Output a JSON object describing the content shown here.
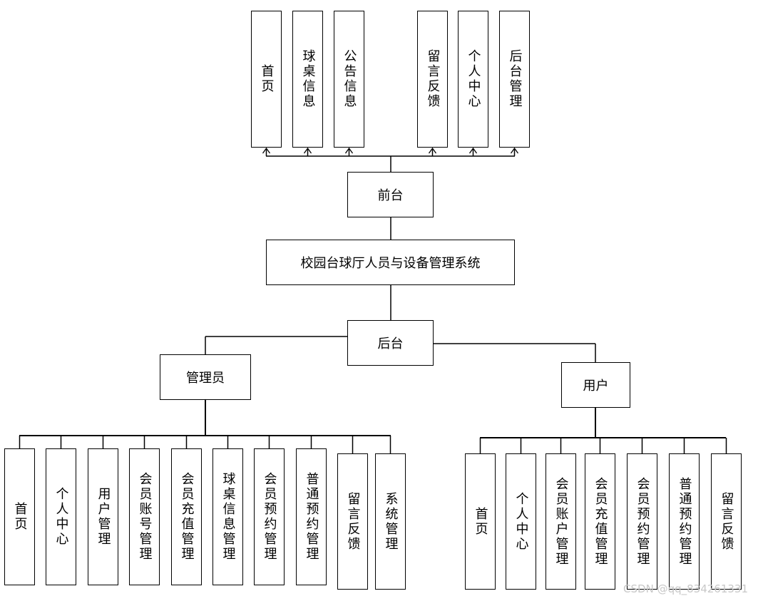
{
  "system": {
    "title": "校园台球厅人员与设备管理系统"
  },
  "frontend": {
    "label": "前台",
    "items": [
      "首页",
      "球桌信息",
      "公告信息",
      "留言反馈",
      "个人中心",
      "后台管理"
    ]
  },
  "backend": {
    "label": "后台"
  },
  "admin": {
    "label": "管理员",
    "items": [
      "首页",
      "个人中心",
      "用户管理",
      "会员账号管理",
      "会员充值管理",
      "球桌信息管理",
      "会员预约管理",
      "普通预约管理",
      "留言反馈",
      "系统管理"
    ]
  },
  "user": {
    "label": "用户",
    "items": [
      "首页",
      "个人中心",
      "会员账户管理",
      "会员充值管理",
      "会员预约管理",
      "普通预约管理",
      "留言反馈"
    ]
  },
  "watermark": "CSDN @qq_834261331"
}
